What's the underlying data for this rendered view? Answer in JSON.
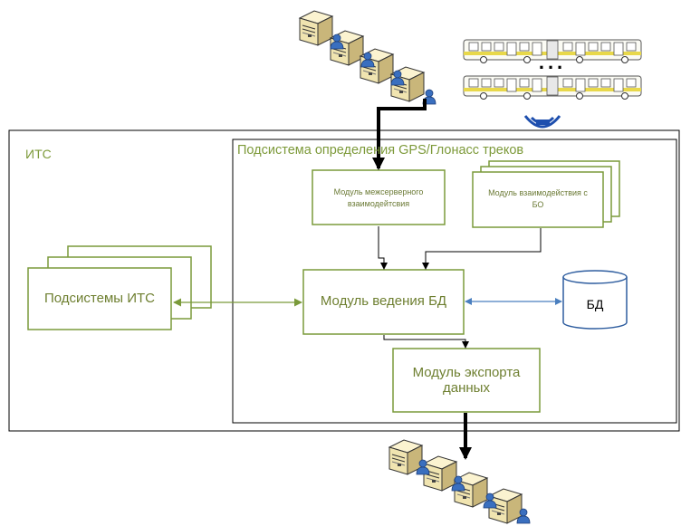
{
  "outer_system": {
    "title": "ИТС"
  },
  "subsystem": {
    "title": "Подсистема определения GPS/Глонасс треков"
  },
  "modules": {
    "interserver": "Модуль межсерверного взаимодейтсвия",
    "bo_interaction": "Модуль взаимодействия с БО",
    "db_management": "Модуль ведения БД",
    "export": "Модуль экспорта данных",
    "its_subsystems": "Подсистемы ИТС"
  },
  "database": {
    "label": "БД"
  },
  "buses": {
    "ellipsis": "..."
  },
  "icons": [
    "server-icon",
    "bus-icon",
    "wireless-signal-icon",
    "database-icon"
  ],
  "colors": {
    "module_border": "#7a9a3a",
    "db_border": "#2e5d9f",
    "db_arrow": "#4a7fbf"
  }
}
